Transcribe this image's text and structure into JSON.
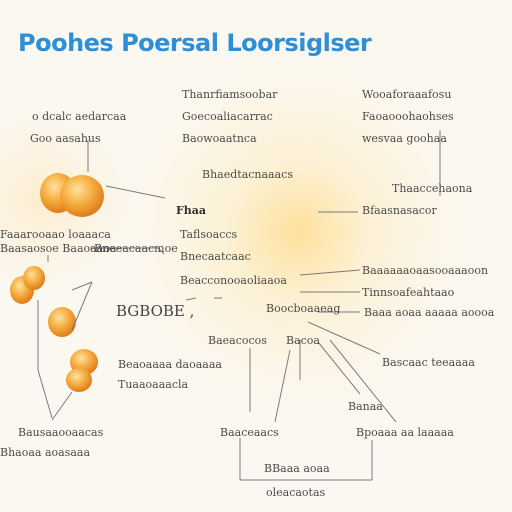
{
  "title": "Poohes Poersal Loorsiglser",
  "labels": {
    "l1": "o dcalc aedarcaa",
    "l2": "Goo aasahus",
    "l3": "Thanrfiamsoobar",
    "l4": "Goecoaliacarrac",
    "l5": "Baowoaatnca",
    "l6": "Bhaedtacnaaacs",
    "l7": "Wooaforaaafosu",
    "l8": "Faoaooohaohses",
    "l9": "wesvaa goohaa",
    "l10": "Thaaccehaona",
    "l11": "Bfaasnasacor",
    "l12": "Fhaa",
    "l13": "Taflsoaccs",
    "l14": "Bnecaatcaac",
    "l15": "Beacconooaoliaaoa",
    "l16": "Baaaaaaoaasooaaaoon",
    "l17": "Tinnsoafeahtaao",
    "l18": "Baaa aoaa aaaaa aoooa",
    "l19": "Faaarooaao loaaaca",
    "l20": "Baasaosoe Baaoaaoa",
    "l21": "Bneeacaacmoe",
    "l22": "Boocboaaeag",
    "l23": "Baeacocos",
    "l24": "Bacoa",
    "l25": "Beaoaaaa daoaaaa",
    "l26": "Tuaaoaaacla",
    "l27": "Bascaac teeaaaa",
    "l28": "Banaa",
    "l29": "Bausaaooaacas",
    "l30": "Bhaoaa aoasaaa",
    "l31": "Baaceaacs",
    "l32": "Bpoaaa aa laaaaa",
    "l33": "BBaaa aoaa",
    "l34": "oleacaotas",
    "l35": "BGBOBE ,"
  },
  "colors": {
    "title": "#2e8fd6",
    "node_orange": "#f2a93a",
    "node_dark": "#e07a12",
    "line": "#777777"
  }
}
